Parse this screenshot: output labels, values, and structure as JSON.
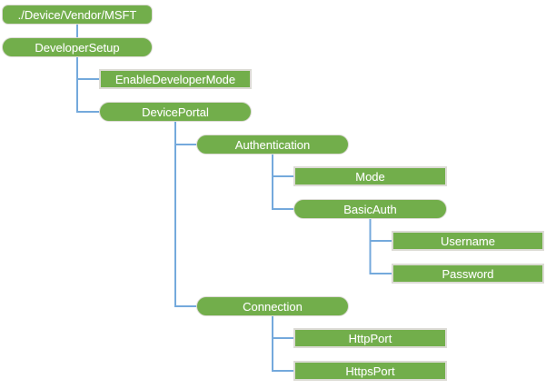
{
  "diagram": {
    "colors": {
      "node_fill": "#72AE4B",
      "node_text": "#FFFFFF",
      "node_border": "#DCDBD5",
      "connector": "#74A9DC"
    },
    "nodes": [
      {
        "id": "msft",
        "label": "./Device/Vendor/MSFT",
        "shape": "rounded",
        "level": 0,
        "row": 0
      },
      {
        "id": "developersetup",
        "label": "DeveloperSetup",
        "shape": "stadium",
        "level": 0,
        "row": 1
      },
      {
        "id": "enabledevelopermode",
        "label": "EnableDeveloperMode",
        "shape": "rect",
        "level": 1,
        "row": 2
      },
      {
        "id": "deviceportal",
        "label": "DevicePortal",
        "shape": "stadium",
        "level": 1,
        "row": 3
      },
      {
        "id": "authentication",
        "label": "Authentication",
        "shape": "stadium",
        "level": 2,
        "row": 4
      },
      {
        "id": "mode",
        "label": "Mode",
        "shape": "rect",
        "level": 3,
        "row": 5
      },
      {
        "id": "basicauth",
        "label": "BasicAuth",
        "shape": "stadium",
        "level": 3,
        "row": 6
      },
      {
        "id": "username",
        "label": "Username",
        "shape": "rect",
        "level": 4,
        "row": 7
      },
      {
        "id": "password",
        "label": "Password",
        "shape": "rect",
        "level": 4,
        "row": 8
      },
      {
        "id": "connection",
        "label": "Connection",
        "shape": "stadium",
        "level": 2,
        "row": 9
      },
      {
        "id": "httpport",
        "label": "HttpPort",
        "shape": "rect",
        "level": 3,
        "row": 10
      },
      {
        "id": "httpsport",
        "label": "HttpsPort",
        "shape": "rect",
        "level": 3,
        "row": 11
      }
    ],
    "edges": [
      {
        "from": "msft",
        "to": "developersetup"
      },
      {
        "from": "developersetup",
        "to": "enabledevelopermode"
      },
      {
        "from": "developersetup",
        "to": "deviceportal"
      },
      {
        "from": "deviceportal",
        "to": "authentication"
      },
      {
        "from": "deviceportal",
        "to": "connection"
      },
      {
        "from": "authentication",
        "to": "mode"
      },
      {
        "from": "authentication",
        "to": "basicauth"
      },
      {
        "from": "basicauth",
        "to": "username"
      },
      {
        "from": "basicauth",
        "to": "password"
      },
      {
        "from": "connection",
        "to": "httpport"
      },
      {
        "from": "connection",
        "to": "httpsport"
      }
    ]
  }
}
